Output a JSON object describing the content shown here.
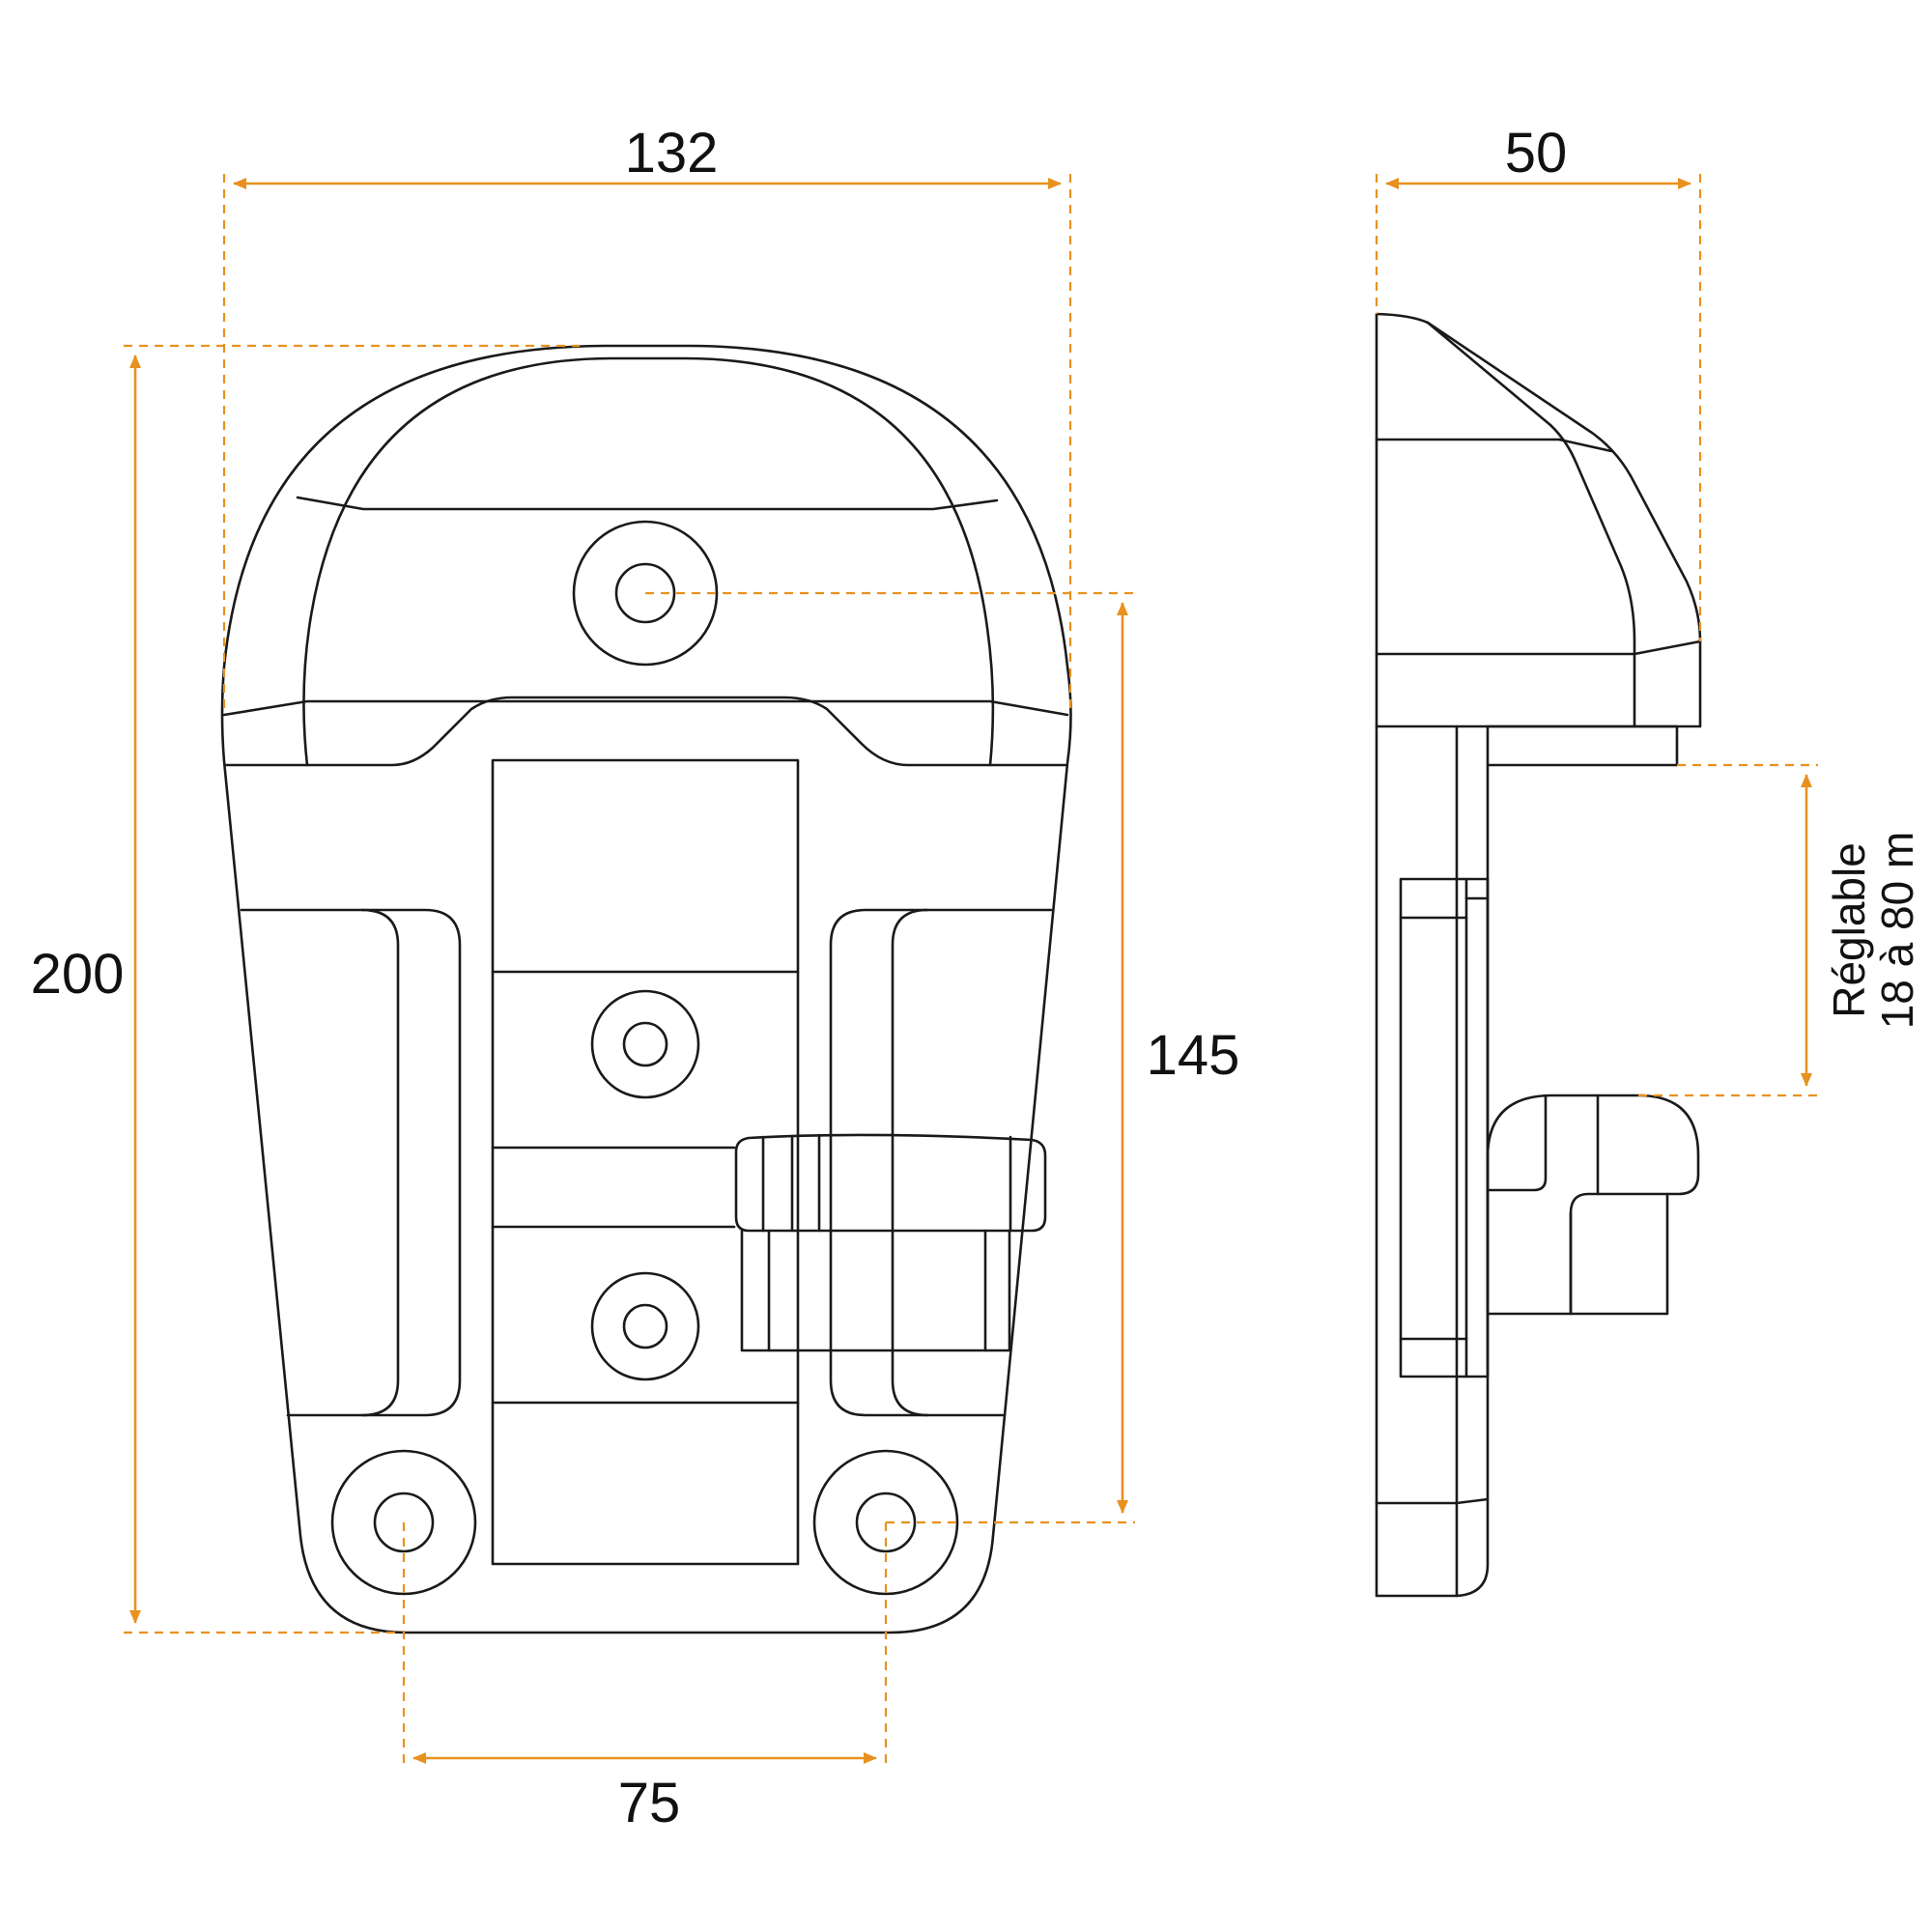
{
  "dimensions": {
    "width": "132",
    "height": "200",
    "hole_vertical": "145",
    "hole_horizontal": "75",
    "depth": "50",
    "adjust_line1": "Réglable",
    "adjust_line2": "18 à 80 m"
  },
  "colors": {
    "dimension": "#e8911f",
    "outline": "#1a1a1a",
    "background": "#ffffff"
  }
}
